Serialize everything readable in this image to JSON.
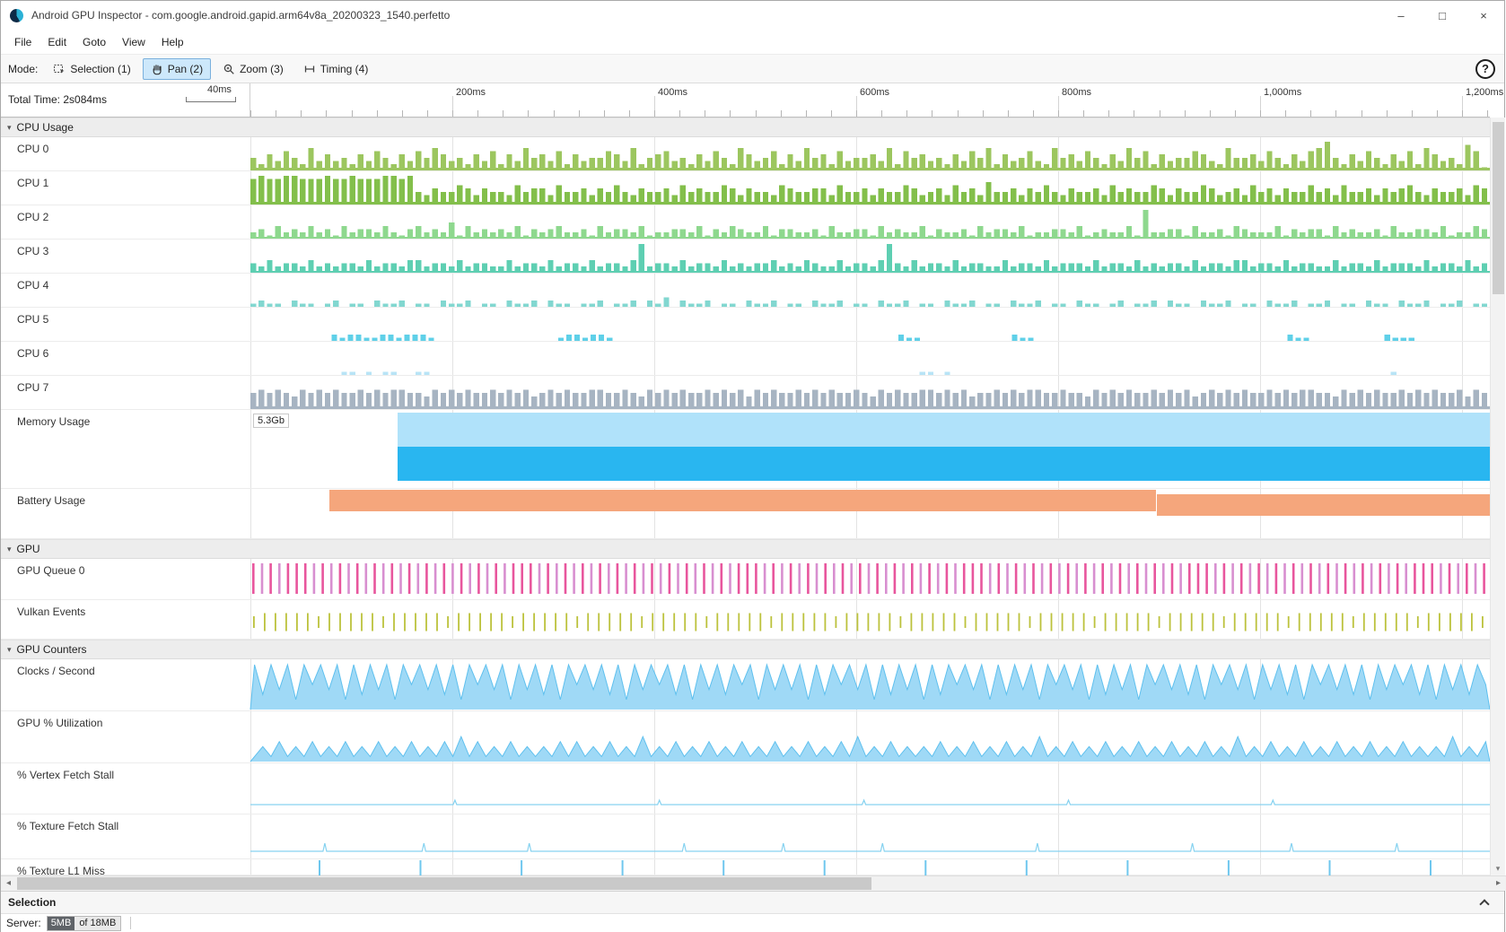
{
  "window": {
    "title": "Android GPU Inspector - com.google.android.gapid.arm64v8a_20200323_1540.perfetto",
    "minimize": "–",
    "maximize": "□",
    "close": "×"
  },
  "menu": [
    "File",
    "Edit",
    "Goto",
    "View",
    "Help"
  ],
  "toolbar": {
    "mode_label": "Mode:",
    "buttons": [
      {
        "label": "Selection (1)",
        "icon": "selection-icon",
        "active": false
      },
      {
        "label": "Pan (2)",
        "icon": "pan-hand-icon",
        "active": true
      },
      {
        "label": "Zoom (3)",
        "icon": "zoom-magnifier-icon",
        "active": false
      },
      {
        "label": "Timing (4)",
        "icon": "timing-icon",
        "active": false
      }
    ],
    "help": "?"
  },
  "timeline": {
    "total_time": "Total Time: 2s084ms",
    "scale_label": "40ms",
    "ticks": [
      "200ms",
      "400ms",
      "600ms",
      "800ms",
      "1,000ms",
      "1,200ms"
    ]
  },
  "tracks": [
    {
      "kind": "header",
      "label": "CPU Usage",
      "h": 22
    },
    {
      "kind": "bars",
      "label": "CPU 0",
      "h": 38,
      "color": "#9cc65f",
      "base": 3,
      "samples": "425364273534253642536475342536253745362534465372456342536427534625374526344537264534253647253463274536425374625344653274453642536794253642536275342861"
    },
    {
      "kind": "bars",
      "label": "CPU 1",
      "h": 38,
      "color": "#83bf4b",
      "base": 3,
      "samples": "898899888988988899894354465354436455364453546435445364544653544365445536445354465345364537445354643544536454465354465345364535446453644535456435445365"
    },
    {
      "kind": "bars",
      "label": "CPU 2",
      "h": 38,
      "color": "#8ed88e",
      "base": 2,
      "samples": "231423242314233242134232514232324132342231423324122332413243224133223142233142322413223142332412233241232241922331422314322241323314232231422332412243"
    },
    {
      "kind": "bars",
      "label": "CPU 3",
      "h": 38,
      "color": "#5ecfb2",
      "base": 2,
      "samples": "324233242323324233244233242332242332423324233249233242332423233423243224233249324233242332242332423332423324232332423324423324233224233242333242332423"
    },
    {
      "kind": "bars",
      "label": "CPU 4",
      "h": 38,
      "color": "#82d7d0",
      "base": 0,
      "samples": "121102110120110211201102112011021120211011201120213021120110211201102112011021120110211201102112011021101201120211021120110211201120110211021120112011"
    },
    {
      "kind": "bars",
      "label": "CPU 5",
      "h": 38,
      "color": "#5fd0e8",
      "base": 0,
      "samples": "000000000021221122122210000000000000001221221000000000000000000000000000000000002110000000000021100000000000000000000000000000002110000000002111000000000"
    },
    {
      "kind": "bars",
      "label": "CPU 6",
      "h": 38,
      "color": "#b8e4f6",
      "base": 0,
      "samples": "000000000001101011001100000000000000000000000000000000000000000000000000000000000110100000000000000000000000000000000000000000000000000000100000000000"
    },
    {
      "kind": "bars",
      "label": "CPU 7",
      "h": 38,
      "color": "#a7b4c2",
      "base": 3,
      "samples": "565654656565565656655465656556565645656556655654656565565656465655656565565465655665656455656566556554656565565656456565655656566554656565565656556465"
    },
    {
      "kind": "memory",
      "label": "Memory Usage",
      "h": 88,
      "value_label": "5.3Gb",
      "start_frac": 0.119,
      "color_light": "#b0e2fa",
      "color_dark": "#29b6f0"
    },
    {
      "kind": "battery",
      "label": "Battery Usage",
      "h": 56,
      "start_frac": 0.064,
      "step_frac": 0.731,
      "color": "#f5a67c"
    },
    {
      "kind": "header",
      "label": "GPU",
      "h": 22
    },
    {
      "kind": "queue",
      "label": "GPU Queue 0",
      "h": 46,
      "colors": [
        "#e8569d",
        "#d88fd0"
      ],
      "count": 143
    },
    {
      "kind": "events",
      "label": "Vulkan Events",
      "h": 44,
      "color": "#bcc23c",
      "count": 115
    },
    {
      "kind": "header",
      "label": "GPU Counters",
      "h": 22
    },
    {
      "kind": "area",
      "label": "Clocks / Second",
      "h": 58,
      "fill": "#9fd9f6",
      "stroke": "#5fc0ee",
      "samples": "939492959492939492959493929594929493929594939294959392949395929494929395949293949293959492939492959492939492959493929594929493929594939294959392949395"
    },
    {
      "kind": "area",
      "label": "GPU % Utilization",
      "h": 58,
      "fill": "#9fd9f6",
      "stroke": "#5fc0ee",
      "samples": "131413141314131413141314151413141313141413141315131413141314131413141314151314131314131413141315131413141314131413141315131413141314131413141313151314"
    },
    {
      "kind": "line",
      "label": "% Vertex Fetch Stall",
      "h": 57,
      "color": "#86d2f0",
      "base": 10,
      "spike_h": 5,
      "spikes": [
        0.165,
        0.33,
        0.495,
        0.66,
        0.825
      ]
    },
    {
      "kind": "line",
      "label": "% Texture Fetch Stall",
      "h": 50,
      "color": "#86d2f0",
      "base": 8,
      "spike_h": 9,
      "spikes": [
        0.06,
        0.14,
        0.225,
        0.35,
        0.43,
        0.51,
        0.635,
        0.76,
        0.84,
        0.925
      ]
    },
    {
      "kind": "sparse",
      "label": "% Texture L1 Miss",
      "h": 18,
      "color": "#6fc7ee",
      "start_frac": 0.055,
      "pitch_frac": 0.0815
    }
  ],
  "selection_panel": {
    "title": "Selection"
  },
  "status": {
    "server_label": "Server:",
    "used": "5MB",
    "total": "of 18MB"
  }
}
